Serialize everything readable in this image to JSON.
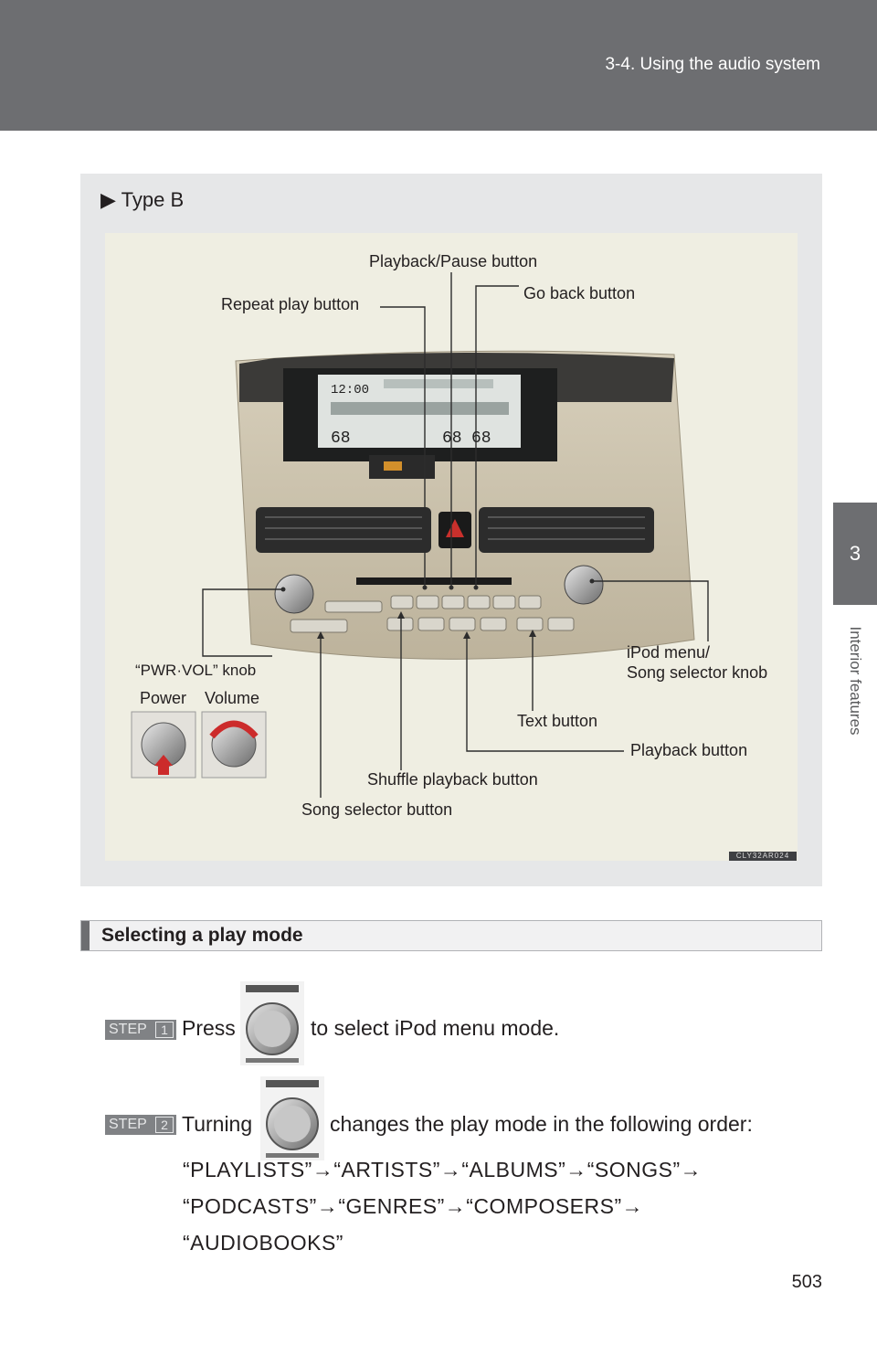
{
  "header": {
    "title": "3-4. Using the audio system"
  },
  "side_tab": {
    "chapter": "3",
    "label": "Interior features"
  },
  "figure": {
    "type_label": "Type B",
    "figure_code": "CLY32AR024",
    "callouts": {
      "playback_pause": "Playback/Pause button",
      "repeat_play": "Repeat play button",
      "go_back": "Go back button",
      "ipod_menu_line1": "iPod menu/",
      "ipod_menu_line2": "Song selector knob",
      "pwr_vol_knob": "“PWR·VOL” knob",
      "power": "Power",
      "volume": "Volume",
      "text_button": "Text button",
      "playback_button": "Playback button",
      "shuffle_playback": "Shuffle playback button",
      "song_selector": "Song selector button"
    },
    "display_readouts": {
      "clock": "12:00",
      "temp_left": "68",
      "temp_right": "68",
      "outside": "68"
    }
  },
  "section": {
    "title": "Selecting a play mode",
    "step1": {
      "badge": "STEP",
      "num": "1",
      "before": "Press",
      "after": "to select iPod menu mode."
    },
    "step2": {
      "badge": "STEP",
      "num": "2",
      "before": "Turning",
      "after": "changes the play mode in the following order:"
    },
    "order_line1": "“PLAYLISTS”→“ARTISTS”→“ALBUMS”→“SONGS”→",
    "order_line2": "“PODCASTS”→“GENRES”→“COMPOSERS”→",
    "order_line3": "“AUDIOBOOKS”"
  },
  "page_number": "503"
}
